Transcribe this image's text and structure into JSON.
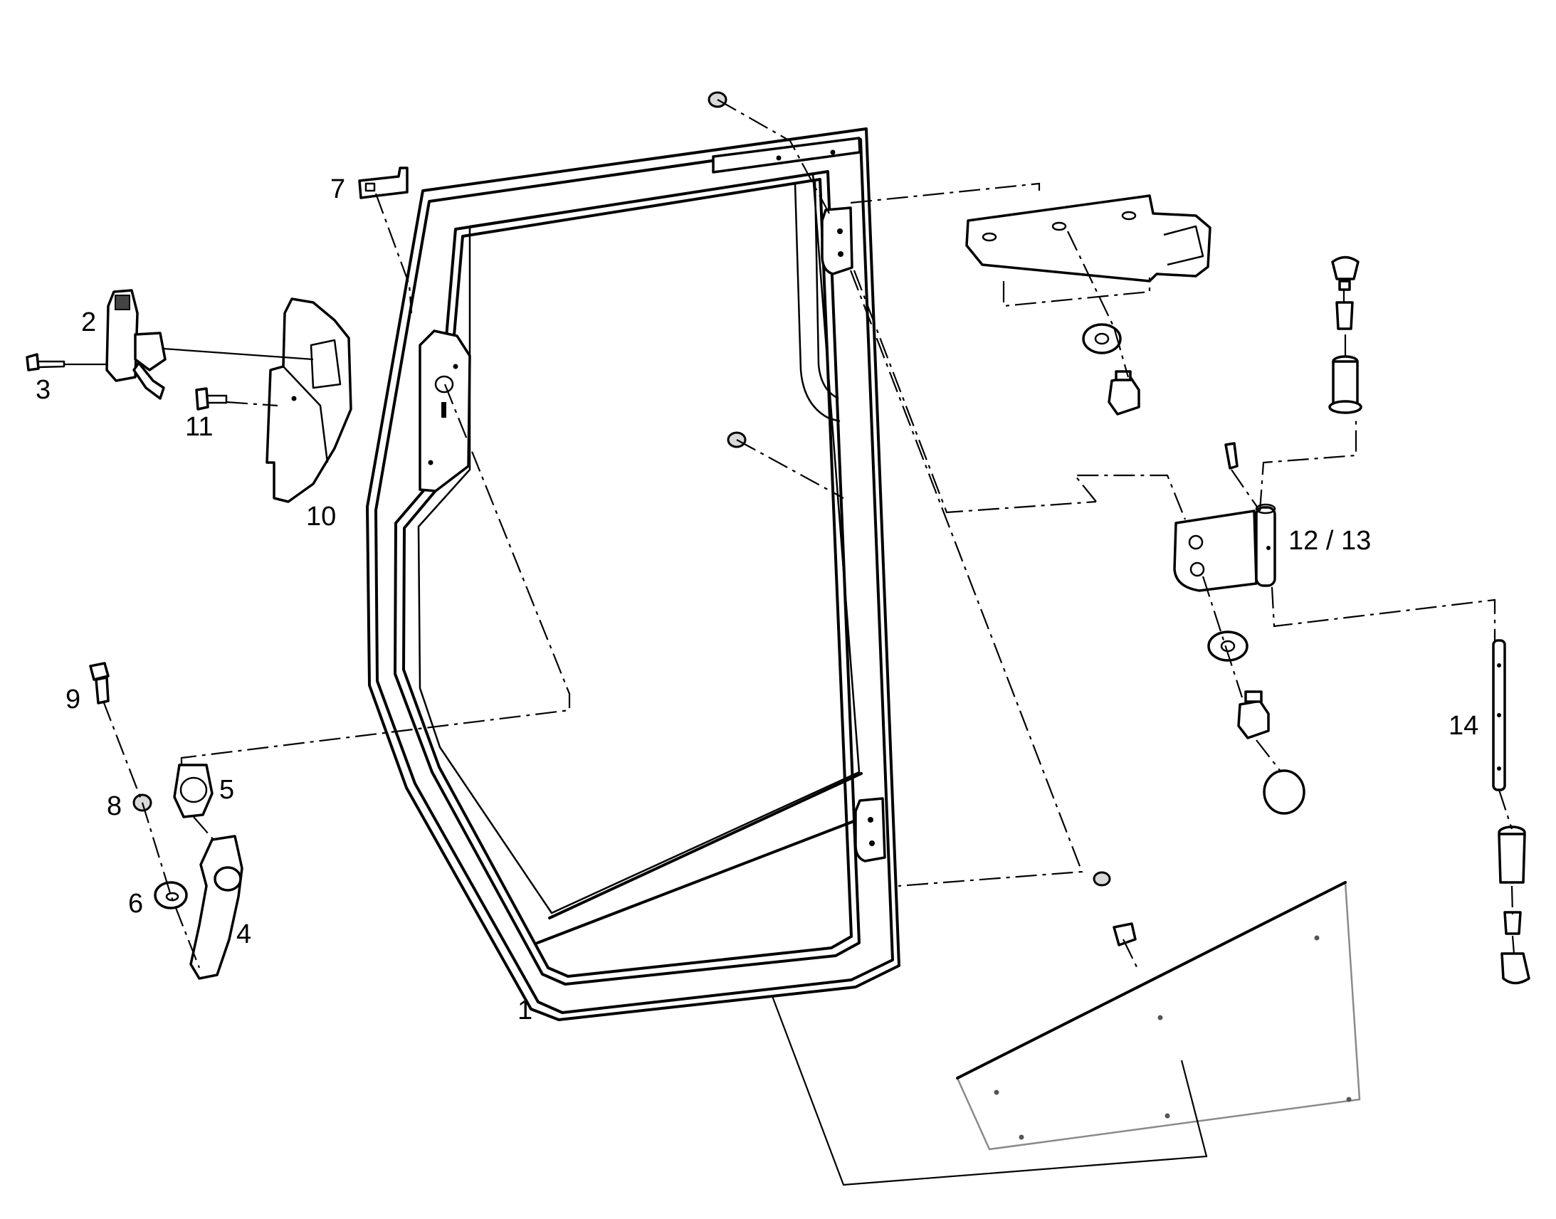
{
  "diagram": {
    "type": "exploded-parts-view",
    "callouts": [
      {
        "id": "c1",
        "label": "1"
      },
      {
        "id": "c2",
        "label": "2"
      },
      {
        "id": "c3",
        "label": "3"
      },
      {
        "id": "c4",
        "label": "4"
      },
      {
        "id": "c5",
        "label": "5"
      },
      {
        "id": "c6",
        "label": "6"
      },
      {
        "id": "c7",
        "label": "7"
      },
      {
        "id": "c8",
        "label": "8"
      },
      {
        "id": "c9",
        "label": "9"
      },
      {
        "id": "c10",
        "label": "10"
      },
      {
        "id": "c11",
        "label": "11"
      },
      {
        "id": "c12",
        "label": "12 / 13"
      },
      {
        "id": "c14",
        "label": "14"
      }
    ]
  }
}
